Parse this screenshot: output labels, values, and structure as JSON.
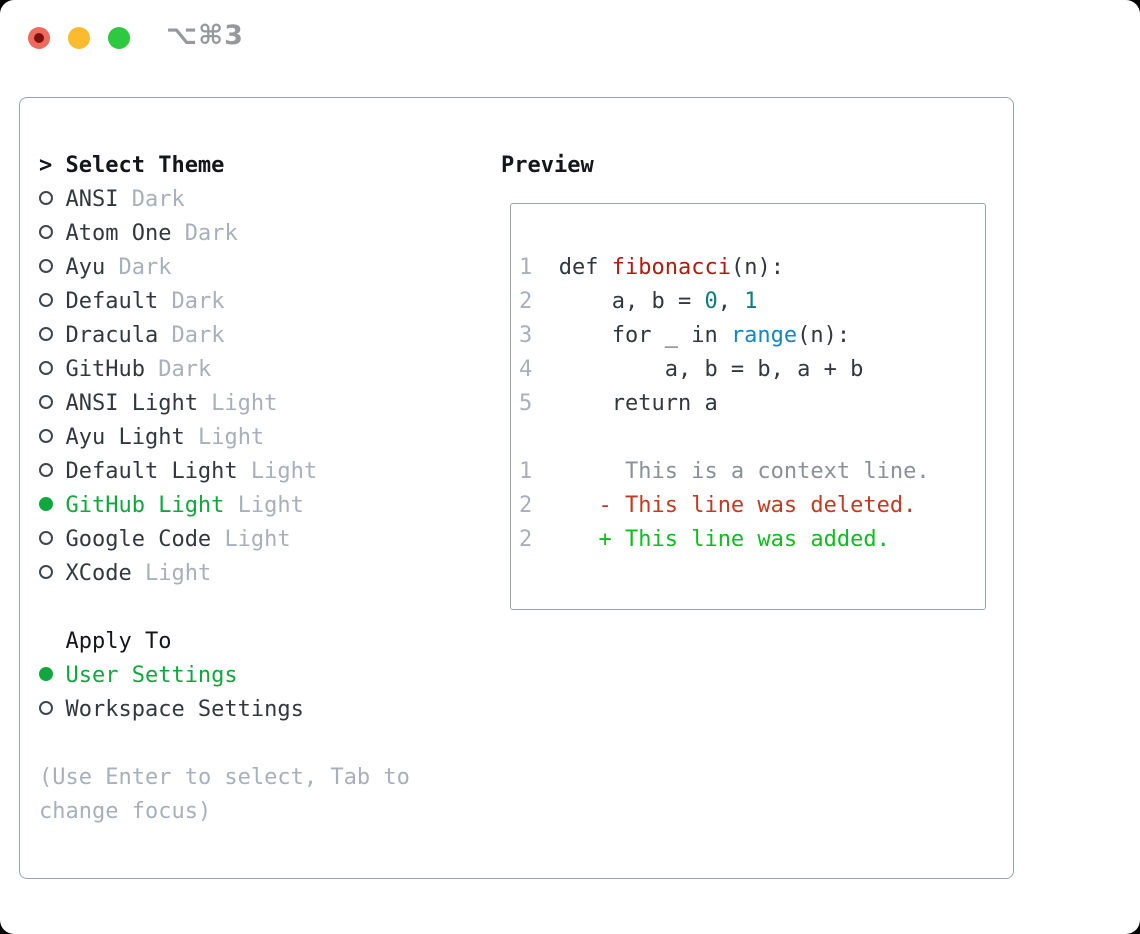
{
  "window": {
    "title": "⌥⌘3",
    "traffic_lights": [
      "close-button",
      "minimize-button",
      "zoom-button"
    ]
  },
  "theme_panel": {
    "prompt": ">",
    "header": "Select Theme",
    "themes": [
      {
        "name": "ANSI",
        "variant": "Dark",
        "selected": false
      },
      {
        "name": "Atom One",
        "variant": "Dark",
        "selected": false
      },
      {
        "name": "Ayu",
        "variant": "Dark",
        "selected": false
      },
      {
        "name": "Default",
        "variant": "Dark",
        "selected": false
      },
      {
        "name": "Dracula",
        "variant": "Dark",
        "selected": false
      },
      {
        "name": "GitHub",
        "variant": "Dark",
        "selected": false
      },
      {
        "name": "ANSI Light",
        "variant": "Light",
        "selected": false
      },
      {
        "name": "Ayu Light",
        "variant": "Light",
        "selected": false
      },
      {
        "name": "Default Light",
        "variant": "Light",
        "selected": false
      },
      {
        "name": "GitHub Light",
        "variant": "Light",
        "selected": true
      },
      {
        "name": "Google Code",
        "variant": "Light",
        "selected": false
      },
      {
        "name": "XCode",
        "variant": "Light",
        "selected": false
      }
    ],
    "apply_to": {
      "header": "Apply To",
      "options": [
        {
          "label": "User Settings",
          "selected": true
        },
        {
          "label": "Workspace Settings",
          "selected": false
        }
      ]
    },
    "hint_lines": [
      "(Use Enter to select, Tab to",
      "change focus)"
    ]
  },
  "preview": {
    "header": "Preview",
    "lines": [
      {
        "num": "1",
        "pad": "  ",
        "tokens": [
          [
            "def ",
            "plain"
          ],
          [
            "fibonacci",
            "function"
          ],
          [
            "(n):",
            "plain"
          ]
        ]
      },
      {
        "num": "2",
        "pad": "  ",
        "tokens": [
          [
            "    a, b = ",
            "plain"
          ],
          [
            "0",
            "number"
          ],
          [
            ", ",
            "plain"
          ],
          [
            "1",
            "number"
          ]
        ]
      },
      {
        "num": "3",
        "pad": "  ",
        "tokens": [
          [
            "    for _ in ",
            "plain"
          ],
          [
            "range",
            "builtin"
          ],
          [
            "(n):",
            "plain"
          ]
        ]
      },
      {
        "num": "4",
        "pad": "  ",
        "tokens": [
          [
            "        a, b = b, a + b",
            "plain"
          ]
        ]
      },
      {
        "num": "5",
        "pad": "  ",
        "tokens": [
          [
            "    return a",
            "plain"
          ]
        ]
      },
      {
        "num": "",
        "pad": "",
        "tokens": []
      },
      {
        "num": "1",
        "pad": "       ",
        "tokens": [
          [
            "This is a context line.",
            "context"
          ]
        ]
      },
      {
        "num": "2",
        "pad": "     ",
        "tokens": [
          [
            "- This line was deleted.",
            "deleted"
          ]
        ]
      },
      {
        "num": "2",
        "pad": "     ",
        "tokens": [
          [
            "+ This line was added.",
            "added"
          ]
        ]
      }
    ]
  },
  "colors": {
    "accent_green": "#10a83e",
    "border": "#9aa3ac",
    "text_dark": "#33383f",
    "heading_black": "#141619",
    "muted_gray": "#a8b0bc",
    "lineno_gray": "#a8b0bc",
    "title_gray": "#96989c",
    "traffic_red": "#ee6a5f",
    "traffic_red_dot": "#7d120a",
    "traffic_yellow": "#fabb2f",
    "traffic_green": "#2fc841",
    "syntax": {
      "plain": "#33383f",
      "function": "#af1c12",
      "builtin": "#1286c8",
      "number": "#0d7d7d",
      "context": "#8b9199",
      "deleted": "#c33a22",
      "added": "#0fbe1e"
    }
  }
}
